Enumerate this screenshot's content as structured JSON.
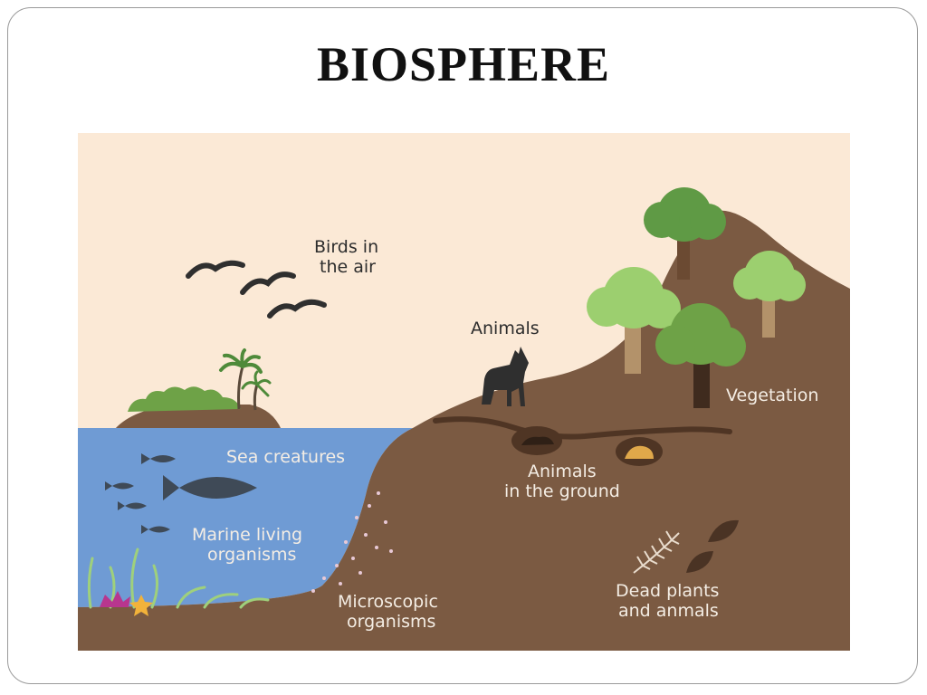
{
  "slide": {
    "title": "BIOSPHERE"
  },
  "diagram": {
    "labels": {
      "birds_line1": "Birds in",
      "birds_line2": "the air",
      "animals": "Animals",
      "vegetation": "Vegetation",
      "sea_creatures": "Sea creatures",
      "ground_line1": "Animals",
      "ground_line2": "in the ground",
      "marine_line1": "Marine living",
      "marine_line2": "organisms",
      "micro_line1": "Microscopic",
      "micro_line2": "organisms",
      "dead_line1": "Dead plants",
      "dead_line2": "and anmals"
    },
    "colors": {
      "sky": "#fbe9d6",
      "soil": "#7b5a42",
      "water": "#6f9bd4",
      "tree_dark": "#5f9a45",
      "tree_light": "#9ccf6f",
      "trunk": "#6b4a32",
      "silhouette": "#3a3a3a"
    }
  }
}
